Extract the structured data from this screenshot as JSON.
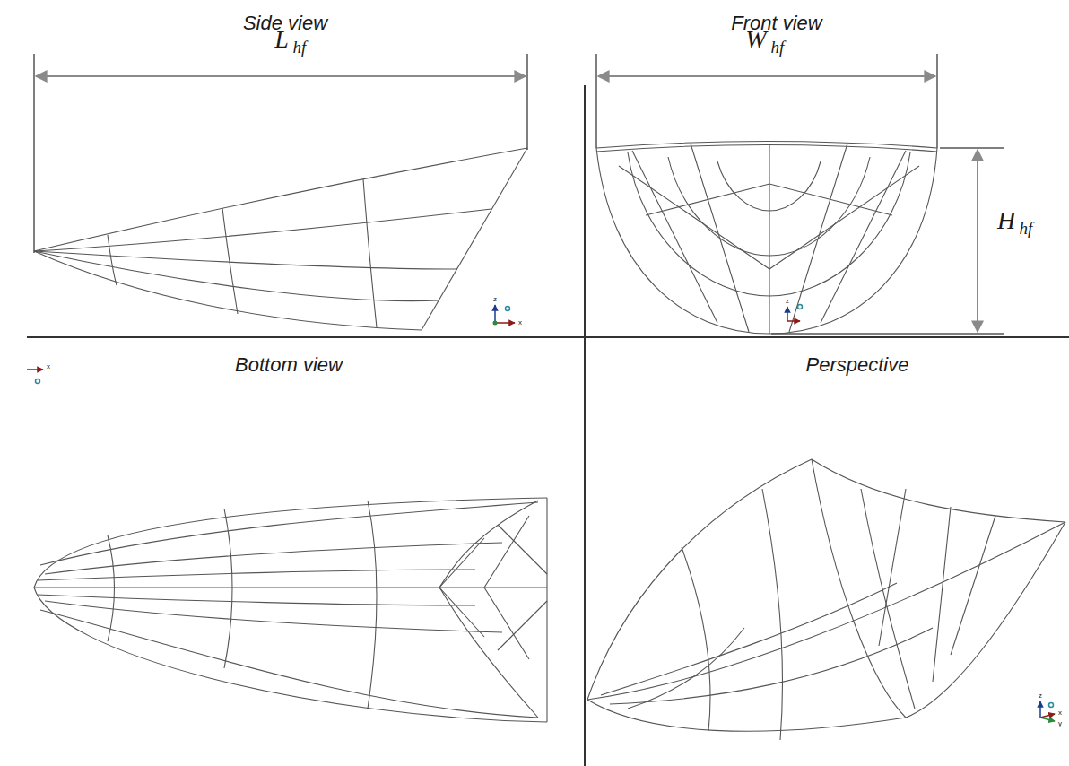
{
  "diagram": {
    "labels": [
      "Side view",
      "Front view",
      "Bottom view",
      "Perspective",
      "L",
      "hf",
      "W",
      "hf",
      "H",
      "hf",
      "z",
      "x",
      "z",
      "x",
      "z",
      "x",
      "y"
    ]
  }
}
